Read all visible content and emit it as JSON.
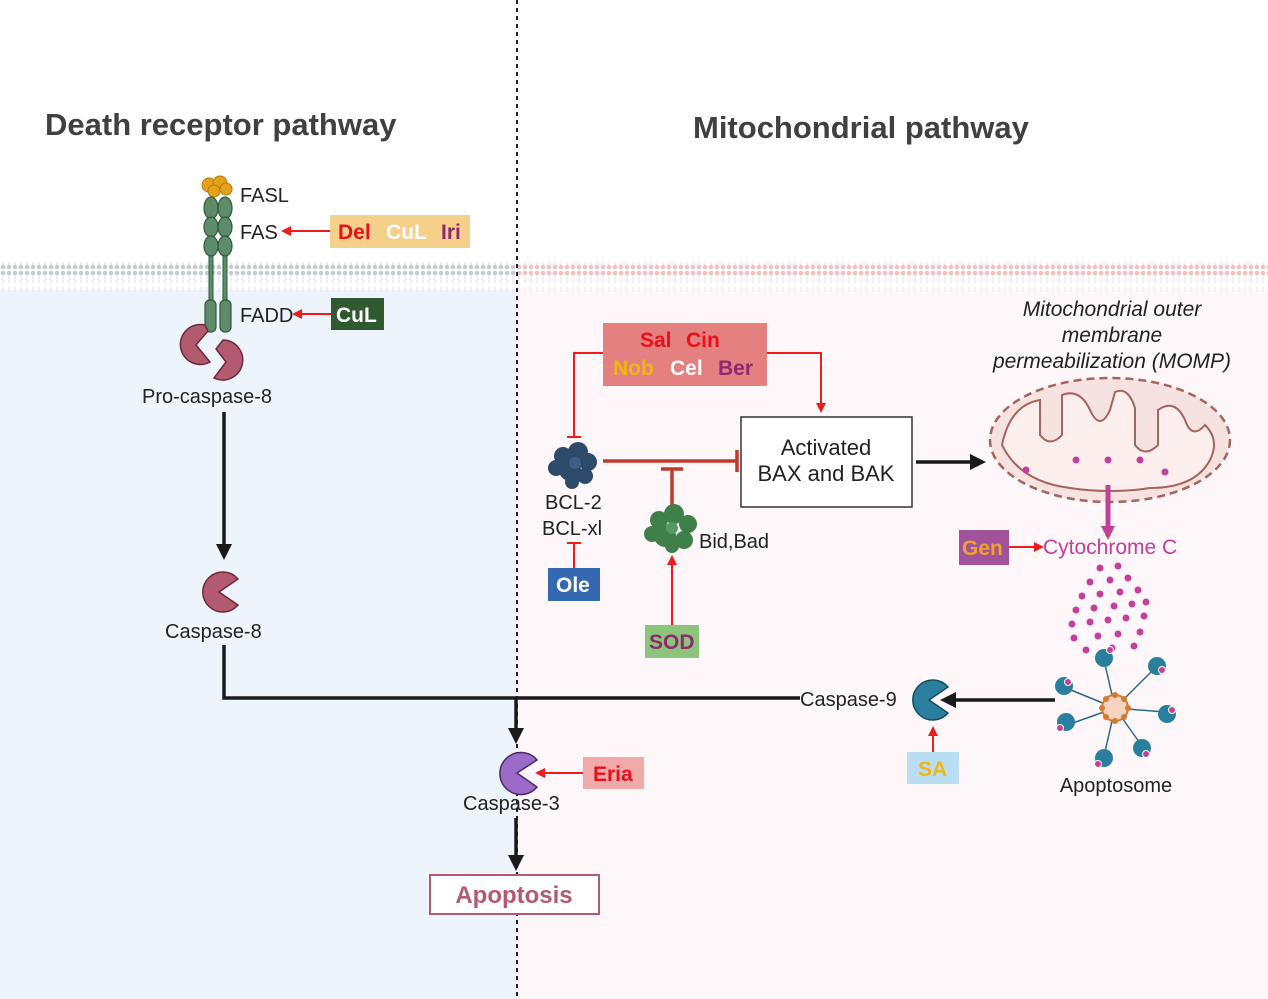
{
  "colors": {
    "left_bg": "#eef4fb",
    "right_bg": "#fdf7fa",
    "arrow_black": "#1a1a1a",
    "arrow_red": "#ee1c1c",
    "inhibit_red": "#c0392b",
    "cytochrome": "#c2409a",
    "mito_fill": "#f6e3e1",
    "mito_stroke": "#a4645f",
    "receptor_green": "#5e8c6a",
    "fasl_orange": "#e3a11c",
    "caspase_pink": "#b35a6e",
    "caspase3_purple": "#9b6bc9",
    "caspase9_teal": "#2a7f9e",
    "bcl2_navy": "#2e4a6b",
    "bid_green": "#3e7f4a"
  },
  "sections": {
    "left_title": "Death receptor pathway",
    "right_title": "Mitochondrial pathway"
  },
  "labels": {
    "fasl": "FASL",
    "fas": "FAS",
    "fadd": "FADD",
    "pro_caspase8": "Pro-caspase-8",
    "caspase8": "Caspase-8",
    "caspase9": "Caspase-9",
    "caspase3": "Caspase-3",
    "apoptosis": "Apoptosis",
    "bcl2": "BCL-2",
    "bclxl": "BCL-xl",
    "bid_bad": "Bid,Bad",
    "bax_line1": "Activated",
    "bax_line2": "BAX and BAK",
    "momp_line1": "Mitochondrial outer",
    "momp_line2": "membrane",
    "momp_line3": "permeabilization (MOMP)",
    "cytochrome_c": "Cytochrome C",
    "apoptosome": "Apoptosome"
  },
  "compounds": {
    "fas_box": {
      "fill": "#f5d08a",
      "items": [
        {
          "text": "Del",
          "color": "#e8101a"
        },
        {
          "text": "CuL",
          "color": "#ffffff"
        },
        {
          "text": "Iri",
          "color": "#8e2a6d"
        }
      ]
    },
    "fadd_box": {
      "fill": "#2f5a2f",
      "text": "CuL",
      "color": "#ffffff"
    },
    "mito_box": {
      "fill": "#e58080",
      "row1": [
        {
          "text": "Sal",
          "color": "#e8101a"
        },
        {
          "text": "Cin",
          "color": "#e8101a"
        }
      ],
      "row2": [
        {
          "text": "Nob",
          "color": "#f0b614"
        },
        {
          "text": "Cel",
          "color": "#ffffff"
        },
        {
          "text": "Ber",
          "color": "#8e2a6d"
        }
      ]
    },
    "ole_box": {
      "fill": "#3468b0",
      "text": "Ole",
      "color": "#ffffff"
    },
    "sod_box": {
      "fill": "#8cc47c",
      "text": "SOD",
      "color": "#8e2a6d"
    },
    "gen_box": {
      "fill": "#a0539a",
      "text": "Gen",
      "color": "#f0a030"
    },
    "eria_box": {
      "fill": "#f0aaaa",
      "text": "Eria",
      "color": "#e8101a"
    },
    "sa_box": {
      "fill": "#b9def4",
      "text": "SA",
      "color": "#f0b614"
    }
  }
}
